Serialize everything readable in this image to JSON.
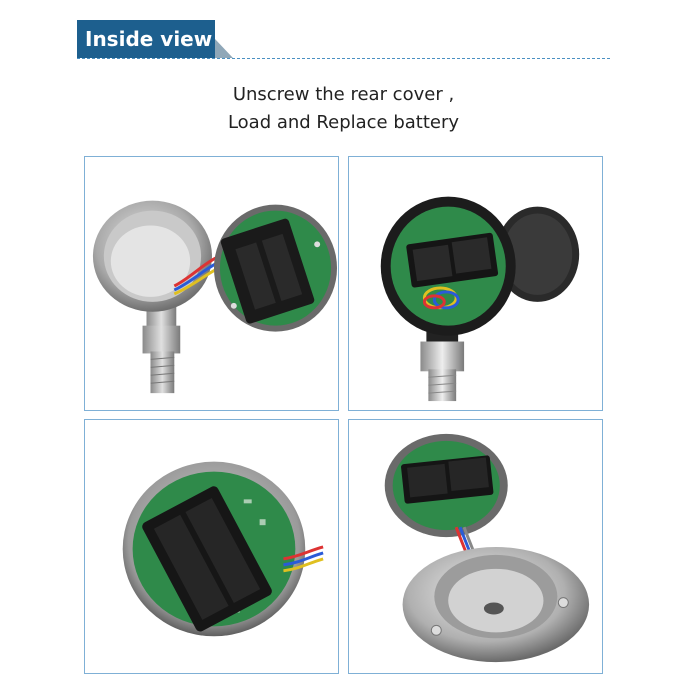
{
  "header": {
    "title": "Inside view",
    "accent_color": "#1d5f8e",
    "line_color": "#4a90c2"
  },
  "instructions": {
    "line1": "Unscrew the rear cover ,",
    "line2": "Load and Replace battery"
  },
  "photos": [
    {
      "icon": "open-gauge-battery-photo"
    },
    {
      "icon": "black-housing-open-photo"
    },
    {
      "icon": "battery-board-closeup-photo"
    },
    {
      "icon": "flange-gauge-open-photo"
    }
  ]
}
